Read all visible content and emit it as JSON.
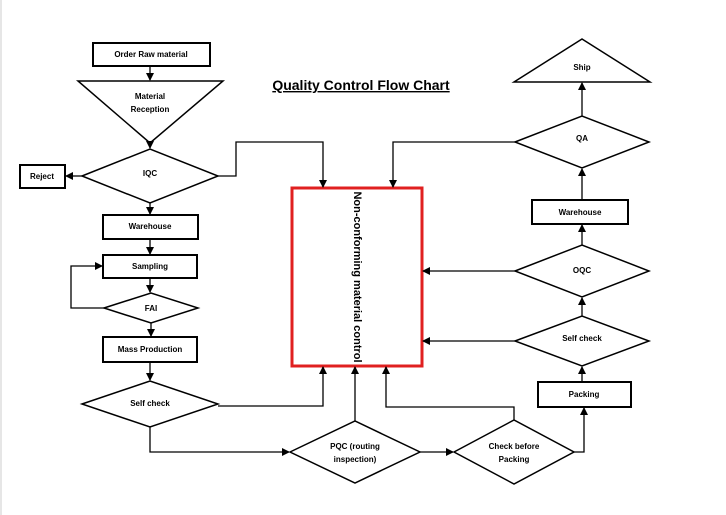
{
  "title": "Quality Control Flow Chart",
  "center_box_label": "Non-conforming material control",
  "nodes": {
    "order_raw_material": "Order Raw material",
    "material_reception_line1": "Material",
    "material_reception_line2": "Reception",
    "reject": "Reject",
    "iqc": "IQC",
    "warehouse_left": "Warehouse",
    "sampling": "Sampling",
    "fai": "FAI",
    "mass_production": "Mass Production",
    "self_check_left": "Self check",
    "pqc_line1": "PQC (routing",
    "pqc_line2": "inspection)",
    "check_before_packing_line1": "Check before",
    "check_before_packing_line2": "Packing",
    "packing": "Packing",
    "self_check_right": "Self check",
    "oqc": "OQC",
    "warehouse_right": "Warehouse",
    "qa": "QA",
    "ship": "Ship"
  },
  "colors": {
    "line": "#000000",
    "center_border": "#e02020"
  }
}
